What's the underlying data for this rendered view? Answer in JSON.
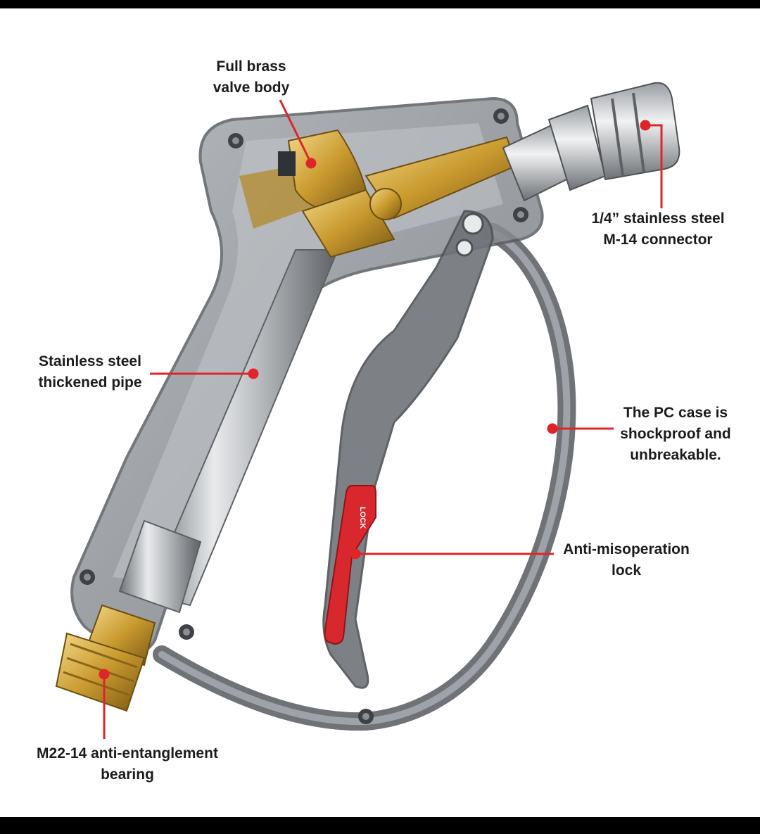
{
  "colors": {
    "callout": "#e0252a",
    "brass": "#c9a23e",
    "steel": "#b9bcc0",
    "case": "#7d8186",
    "lock": "#d8282d"
  },
  "labels": {
    "brass_valve": {
      "line1": "Full brass",
      "line2": "valve body"
    },
    "connector": {
      "line1": "1/4” stainless steel",
      "line2": "M-14 connector"
    },
    "pipe": {
      "line1": "Stainless steel",
      "line2": "thickened pipe"
    },
    "pc_case": {
      "line1": "The PC case is",
      "line2": "shockproof and",
      "line3": "unbreakable."
    },
    "lock": {
      "line1": "Anti-misoperation",
      "line2": "lock"
    },
    "bearing": {
      "line1": "M22-14 anti-entanglement",
      "line2": "bearing"
    }
  },
  "lock_text": "LOCK"
}
